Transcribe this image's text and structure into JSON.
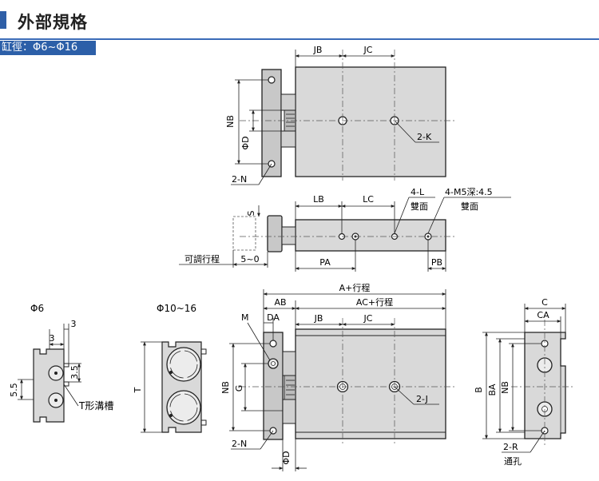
{
  "header": {
    "title": "外部規格",
    "bore_range": "缸徑：Φ6~Φ16"
  },
  "colors": {
    "accent": "#2f5fa7",
    "body_fill": "#d9d9d9",
    "plate_fill": "#c8c8c8",
    "line": "#222222"
  },
  "top_view": {
    "jb": "JB",
    "jc": "JC",
    "nb": "NB",
    "phi_d": "ΦD",
    "two_k": "2-K",
    "two_n": "2-N"
  },
  "side_view": {
    "lb": "LB",
    "lc": "LC",
    "four_l": "4-L",
    "four_m5": "4-M5深:4.5",
    "both_sides_l": "雙面",
    "both_sides_m5": "雙面",
    "s": "S",
    "adjustable": "可調行程",
    "adj_range": "5~0",
    "pa": "PA",
    "pb": "PB"
  },
  "phi6_detail": {
    "title": "Φ6",
    "dim_3_top": "3",
    "dim_3_inner": "3",
    "dim_3_5": "3.5",
    "dim_5_5": "5.5",
    "t_slot": "T形溝槽"
  },
  "phi10_detail": {
    "title": "Φ10~16",
    "t": "T"
  },
  "front_view": {
    "a_stroke": "A+行程",
    "ab": "AB",
    "ac_stroke": "AC+行程",
    "m": "M",
    "da": "DA",
    "jb": "JB",
    "jc": "JC",
    "nb": "NB",
    "g": "G",
    "two_j": "2-J",
    "two_n": "2-N",
    "phi_d": "ΦD"
  },
  "end_view": {
    "c": "C",
    "ca": "CA",
    "b": "B",
    "ba": "BA",
    "nb": "NB",
    "two_r": "2-R",
    "through_hole": "通孔"
  }
}
